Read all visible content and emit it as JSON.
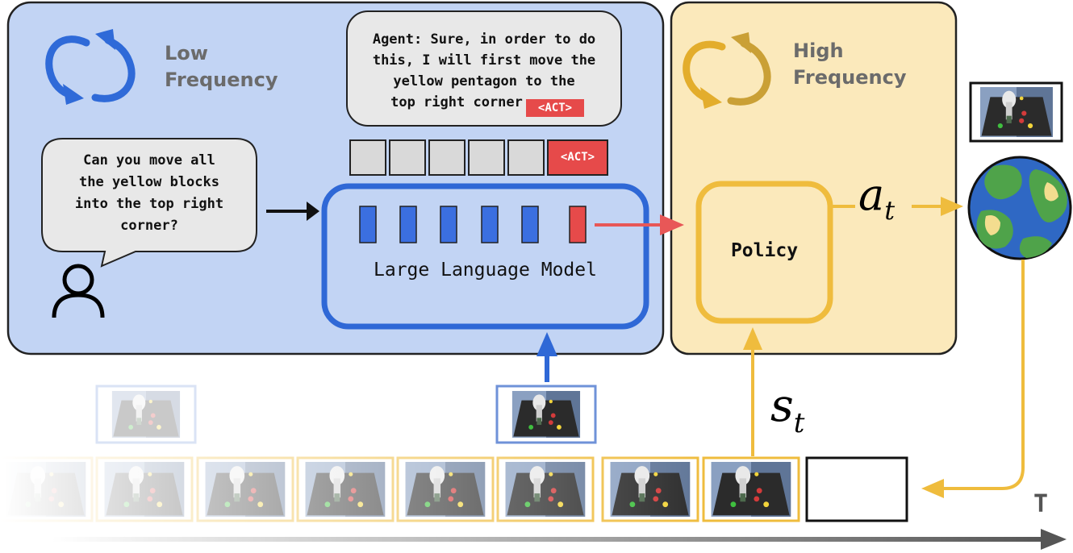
{
  "low_panel": {
    "line1": "Low",
    "line2": "Frequency"
  },
  "high_panel": {
    "line1": "High",
    "line2": "Frequency"
  },
  "agent_bubble": {
    "lines": [
      "Agent: Sure, in order to do",
      "this, I will first move the",
      "yellow pentagon to the",
      "top right corner"
    ],
    "act_tag": "<ACT>"
  },
  "user_bubble": {
    "lines": [
      "Can you move all",
      "the yellow blocks",
      "into the top right",
      "corner?"
    ]
  },
  "token_row": {
    "act_tag": "<ACT>"
  },
  "llm": {
    "label": "Large Language Model"
  },
  "policy": {
    "label": "Policy"
  },
  "action_symbol": {
    "base": "a",
    "sub": "t"
  },
  "state_symbol": {
    "base": "s",
    "sub": "t"
  },
  "time_axis": {
    "label": "T"
  },
  "colors": {
    "low_panel_bg": "#c2d4f4",
    "high_panel_bg": "#fbe9bb",
    "llm_blue": "#2f68d6",
    "token_blue": "#3b6fe0",
    "act_red": "#e64a4a",
    "policy_yellow": "#efbc3d"
  },
  "icons": [
    "low-frequency-cycle-icon",
    "high-frequency-cycle-icon",
    "user-icon",
    "globe-icon",
    "robot-scene-icon"
  ]
}
